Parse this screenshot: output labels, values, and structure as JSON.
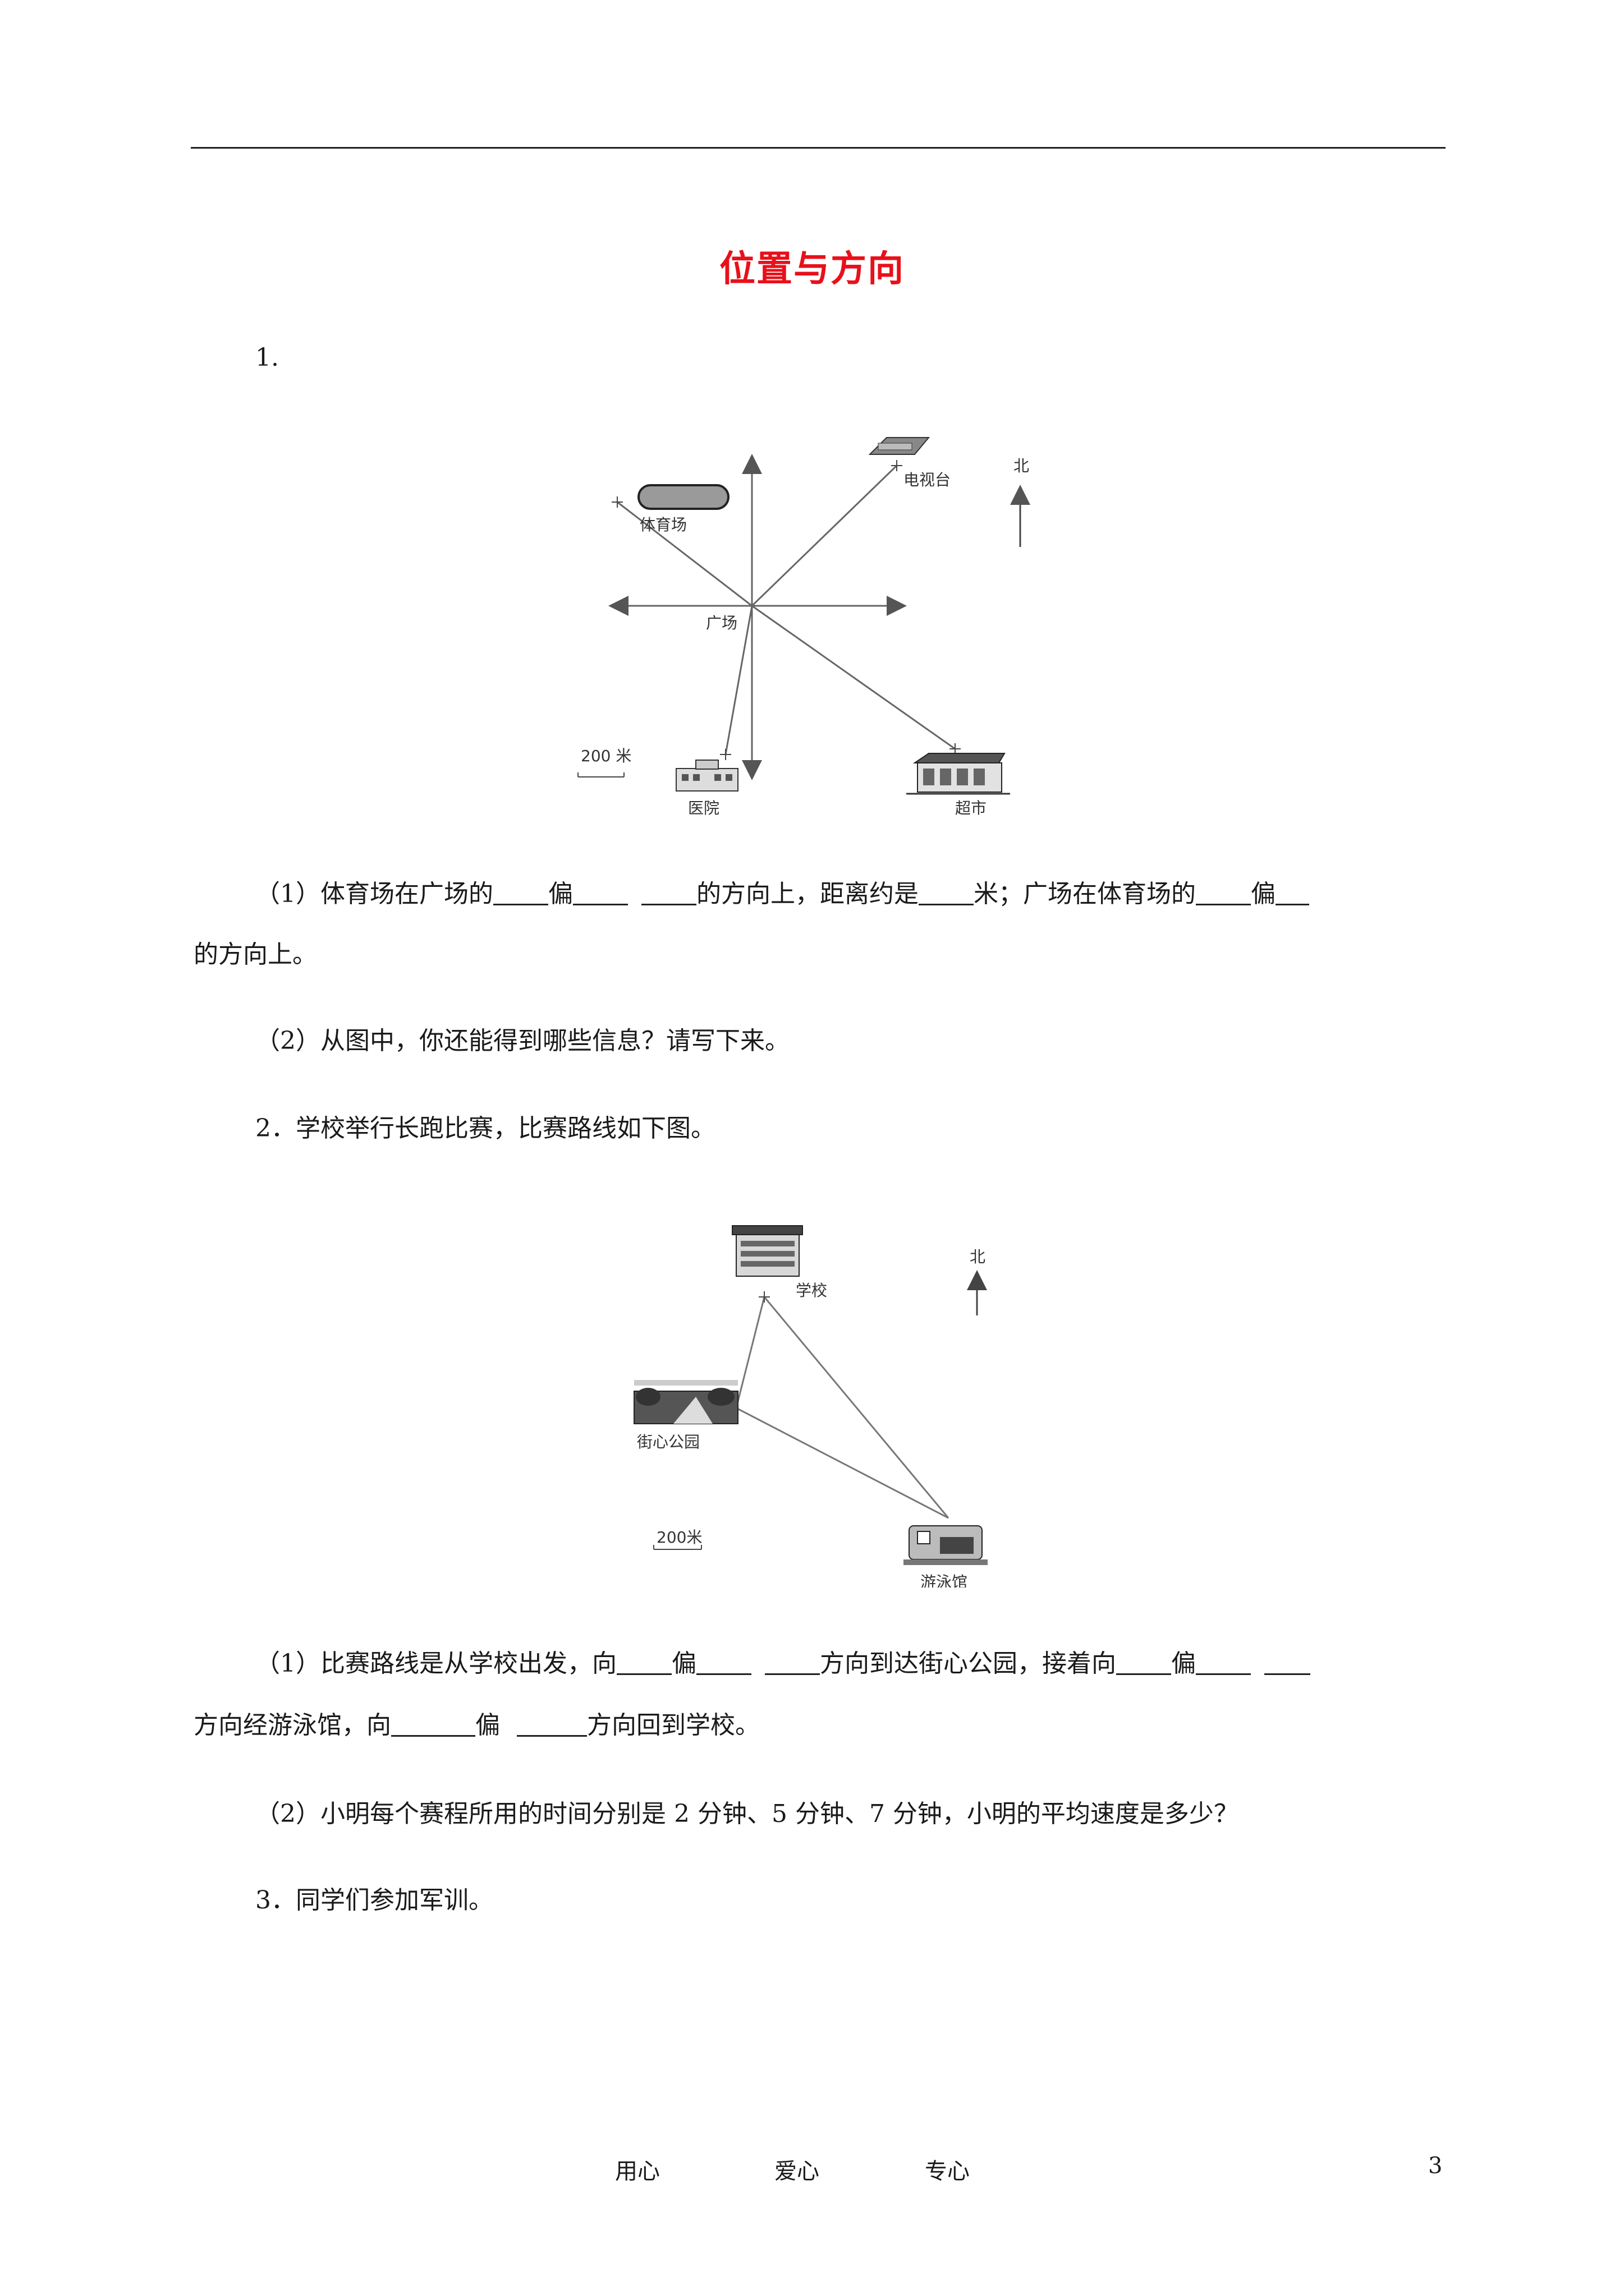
{
  "page": {
    "title": "位置与方向",
    "q1_number": "1.",
    "q1_part1_a": "（1）体育场在广场的",
    "q1_part1_b": "偏",
    "q1_part1_c": "的方向上，距离约是",
    "q1_part1_d": "米；广场在体育场的",
    "q1_part1_e": "偏",
    "q1_part1_f": "的方向上。",
    "q1_part2": "（2）从图中，你还能得到哪些信息？请写下来。",
    "q2_intro": "2．学校举行长跑比赛，比赛路线如下图。",
    "q2_part1_a": "（1）比赛路线是从学校出发，向",
    "q2_part1_b": "偏",
    "q2_part1_c": "方向到达街心公园，接着向",
    "q2_part1_d": "偏",
    "q2_part1_e": "方向经游泳馆，向",
    "q2_part1_f": "偏",
    "q2_part1_g": "方向回到学校。",
    "q2_part2": "（2）小明每个赛程所用的时间分别是 2 分钟、5 分钟、7 分钟，小明的平均速度是多少？",
    "q3_intro": "3．同学们参加军训。"
  },
  "figure1": {
    "north": "北",
    "tv_station": "电视台",
    "stadium": "体育场",
    "square": "广场",
    "scale": "200 米",
    "hospital": "医院",
    "supermarket": "超市"
  },
  "figure2": {
    "north": "北",
    "school": "学校",
    "park": "街心公园",
    "scale": "200米",
    "pool": "游泳馆"
  },
  "footer": {
    "item1": "用心",
    "item2": "爱心",
    "item3": "专心",
    "page_number": "3"
  }
}
